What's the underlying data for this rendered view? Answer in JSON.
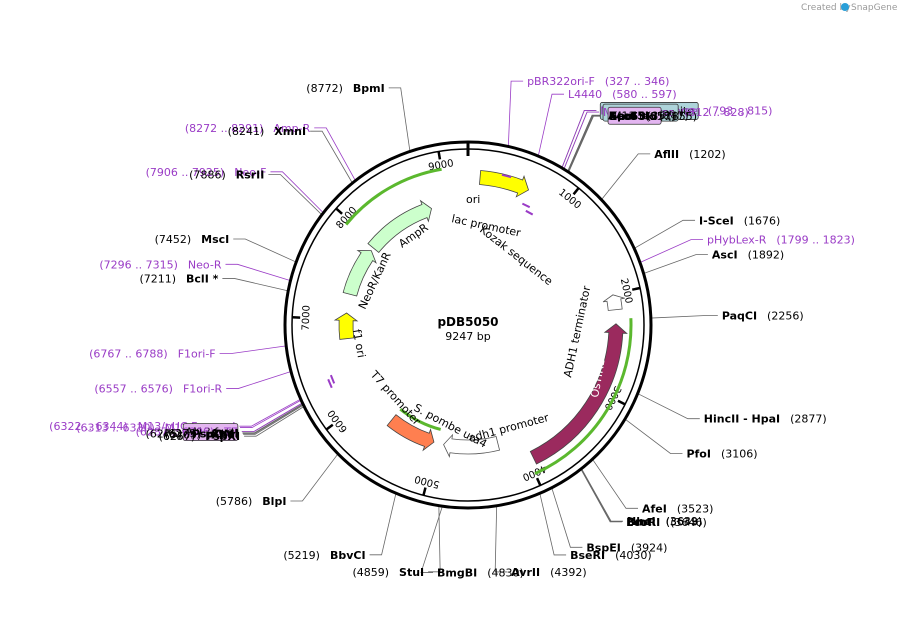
{
  "credit": {
    "prefix": "Created by",
    "brand": "SnapGene"
  },
  "plasmid": {
    "name": "pDB5050",
    "size": "9247 bp",
    "length": 9247
  },
  "ring_ticks": [
    {
      "label": "1000",
      "pos": 1000
    },
    {
      "label": "2000",
      "pos": 2000
    },
    {
      "label": "3000",
      "pos": 3000
    },
    {
      "label": "4000",
      "pos": 4000
    },
    {
      "label": "5000",
      "pos": 5000
    },
    {
      "label": "6000",
      "pos": 6000
    },
    {
      "label": "7000",
      "pos": 7000
    },
    {
      "label": "8000",
      "pos": 8000
    },
    {
      "label": "9000",
      "pos": 9000
    }
  ],
  "features": [
    {
      "name": "ori",
      "color": "#ffff00",
      "start": 120,
      "end": 620,
      "strand": 1,
      "ring": 1
    },
    {
      "name": "AmpR",
      "color": "#ccffcc",
      "start": 7940,
      "end": 8800,
      "strand": 1,
      "ring": 2
    },
    {
      "name": "NeoR/KanR",
      "color": "#ccffcc",
      "start": 7310,
      "end": 7900,
      "strand": 1,
      "ring": 2
    },
    {
      "name": "f1 ori",
      "color": "#ffff00",
      "start": 6770,
      "end": 7080,
      "strand": 1,
      "ring": 2
    },
    {
      "name": "S. pombe ura4",
      "color": "#ff7f50",
      "start": 5040,
      "end": 5620,
      "strand": -1,
      "ring": 2
    },
    {
      "name": "adh1 promoter",
      "color": "#ffffff",
      "start": 4260,
      "end": 4920,
      "strand": 1,
      "ring": 2
    },
    {
      "name": "OsTIR1",
      "color": "#9b2a5e",
      "start": 2300,
      "end": 3950,
      "strand": -1,
      "ring": 1
    },
    {
      "name": "ADH1 terminator",
      "color": "#ffffff",
      "start": 2010,
      "end": 2160,
      "strand": -1,
      "ring": 1
    }
  ],
  "feature_labels": [
    {
      "text": "lac promoter"
    },
    {
      "text": "Kozak sequence"
    },
    {
      "text": "ADH1 terminator"
    },
    {
      "text": "adh1 promoter"
    },
    {
      "text": "S. pombe ura4"
    },
    {
      "text": "T7 promoter"
    },
    {
      "text": "f1 ori"
    },
    {
      "text": "NeoR/KanR"
    },
    {
      "text": "AmpR"
    },
    {
      "text": "ori"
    },
    {
      "text": "OsTIR1"
    }
  ],
  "right_labels": [
    {
      "kind": "primer",
      "name": "pBR322ori-F",
      "pos": "(327 .. 346)"
    },
    {
      "kind": "primer",
      "name": "L4440",
      "pos": "(580 .. 597)"
    },
    {
      "kind": "box",
      "name": "CAP binding site",
      "color": "#aed4da"
    },
    {
      "kind": "primer",
      "name": "M13/pUC Reverse",
      "pos": "(793 .. 815)"
    },
    {
      "kind": "box",
      "name": "lac operator",
      "color": "#aed4da"
    },
    {
      "kind": "primer",
      "name": "M13 Reverse",
      "pos": "(812 .. 828)"
    },
    {
      "kind": "box",
      "name": "M13 rev",
      "color": "#e3b5f0"
    },
    {
      "kind": "enzyme",
      "name": "Acc65I",
      "pos": "(847)"
    },
    {
      "kind": "enzyme",
      "name": "KpnI",
      "pos": "(851)"
    },
    {
      "kind": "enzyme",
      "name": "Eco53kI",
      "pos": "(855)"
    },
    {
      "kind": "enzyme",
      "name": "SacI",
      "pos": "(857)"
    },
    {
      "kind": "enzyme",
      "name": "AflII",
      "pos": "(1202)"
    },
    {
      "kind": "enzyme",
      "name": "I-SceI",
      "pos": "(1676)"
    },
    {
      "kind": "primer",
      "name": "pHybLex-R",
      "pos": "(1799 .. 1823)"
    },
    {
      "kind": "enzyme",
      "name": "AscI",
      "pos": "(1892)"
    },
    {
      "kind": "enzyme",
      "name": "PaqCI",
      "pos": "(2256)"
    },
    {
      "kind": "enzyme",
      "name": "HincII  -  HpaI",
      "pos": "(2877)"
    },
    {
      "kind": "enzyme",
      "name": "PfoI",
      "pos": "(3106)"
    },
    {
      "kind": "enzyme",
      "name": "AfeI",
      "pos": "(3523)"
    },
    {
      "kind": "enzyme",
      "name": "NheI",
      "pos": "(3639)"
    },
    {
      "kind": "enzyme",
      "name": "BmtI",
      "pos": "(3643)"
    },
    {
      "kind": "enzyme",
      "name": "EcoRI",
      "pos": "(3646)"
    },
    {
      "kind": "enzyme",
      "name": "BspEI",
      "pos": "(3924)"
    },
    {
      "kind": "enzyme",
      "name": "BseRI",
      "pos": "(4030)"
    },
    {
      "kind": "enzyme",
      "name": "AvrII",
      "pos": "(4392)"
    },
    {
      "kind": "enzyme",
      "name": "BmgBI",
      "pos": "(4830)"
    }
  ],
  "left_labels": [
    {
      "kind": "enzyme",
      "name": "BpmI",
      "pos": "(8772)"
    },
    {
      "kind": "primer",
      "name": "Amp-R",
      "pos": "(8272 .. 8291)"
    },
    {
      "kind": "enzyme",
      "name": "XmnI",
      "pos": "(8241)"
    },
    {
      "kind": "primer",
      "name": "Neo-F",
      "pos": "(7906 .. 7925)"
    },
    {
      "kind": "enzyme",
      "name": "RsrII",
      "pos": "(7886)"
    },
    {
      "kind": "enzyme",
      "name": "MscI",
      "pos": "(7452)"
    },
    {
      "kind": "primer",
      "name": "Neo-R",
      "pos": "(7296 .. 7315)"
    },
    {
      "kind": "enzyme",
      "name": "BclI *",
      "pos": "(7211)"
    },
    {
      "kind": "primer",
      "name": "F1ori-F",
      "pos": "(6767 .. 6788)"
    },
    {
      "kind": "primer",
      "name": "F1ori-R",
      "pos": "(6557 .. 6576)"
    },
    {
      "kind": "primer",
      "name": "M13/pUC Forward",
      "pos": "(6322 .. 6344)"
    },
    {
      "kind": "primer",
      "name": "M13 Forward",
      "pos": "(6313 .. 6330)"
    },
    {
      "kind": "box",
      "name": "M13 fwd",
      "color": "#e3b5f0"
    },
    {
      "kind": "primer",
      "name": "T7",
      "pos": "(6287 .. 6306)"
    },
    {
      "kind": "enzyme",
      "name": "ApaI",
      "pos": "(6279)"
    },
    {
      "kind": "enzyme",
      "name": "PspOMI",
      "pos": "(6275)"
    },
    {
      "kind": "enzyme",
      "name": "XbaI",
      "pos": "(6269)"
    },
    {
      "kind": "enzyme",
      "name": "PspXI",
      "pos": "(6257)"
    },
    {
      "kind": "enzyme",
      "name": "BlpI",
      "pos": "(5786)"
    },
    {
      "kind": "enzyme",
      "name": "BbvCI",
      "pos": "(5219)"
    },
    {
      "kind": "enzyme",
      "name": "StuI",
      "pos": "(4859)"
    }
  ],
  "colors": {
    "primer": "#9a3cc6",
    "ring": "#000000",
    "orf_outline": "#5bb82e"
  }
}
